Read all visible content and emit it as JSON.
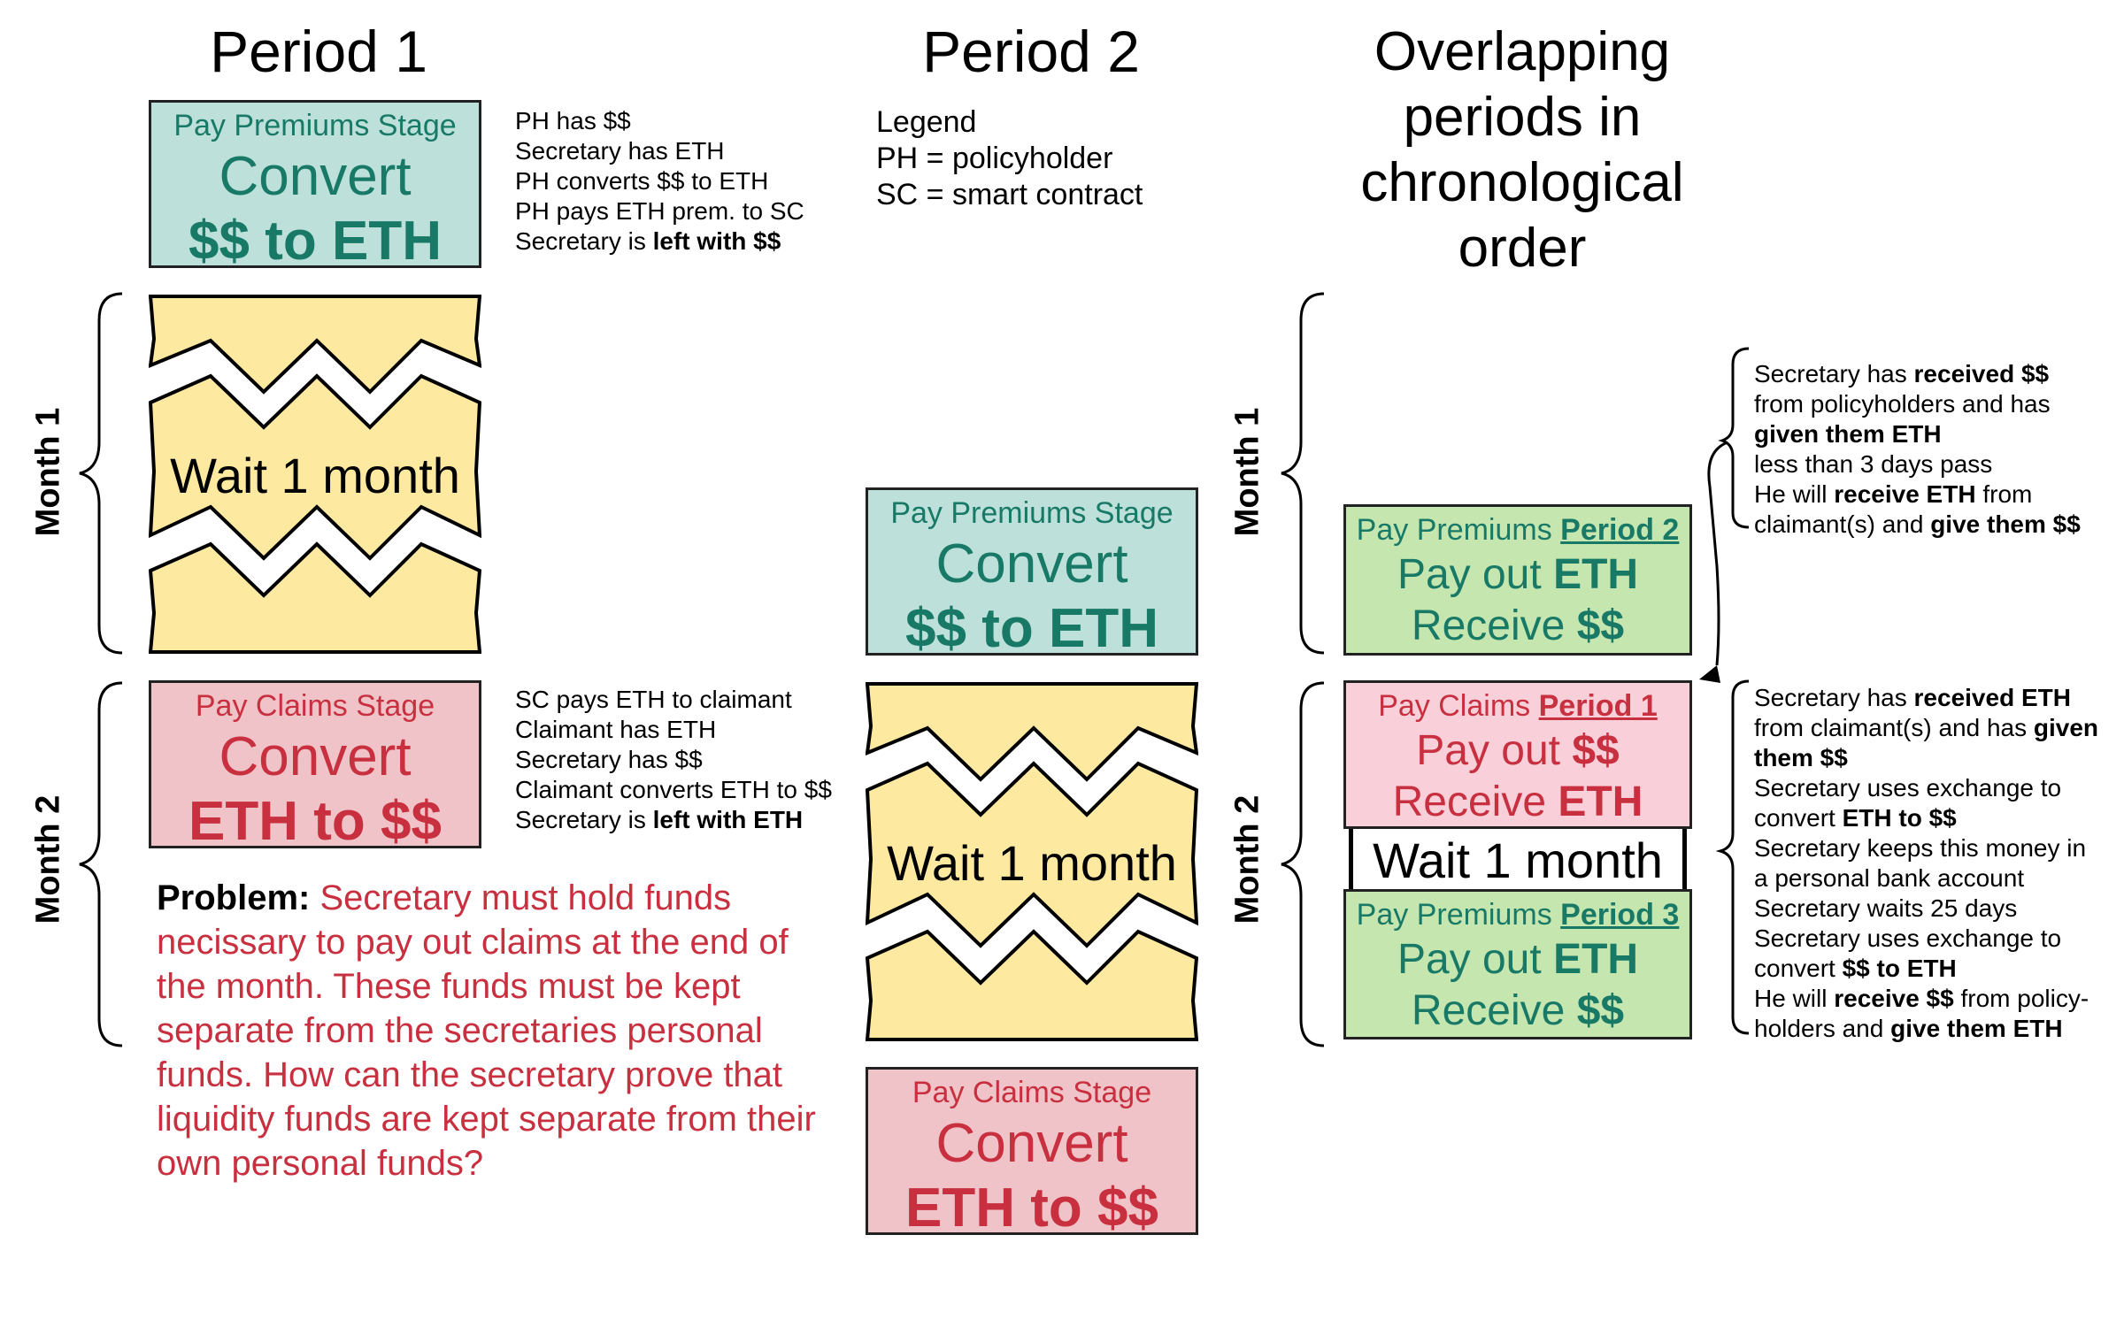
{
  "titles": {
    "period1": "Period 1",
    "period2": "Period 2",
    "overlap": [
      "Overlapping",
      "periods in",
      "chronological",
      "order"
    ]
  },
  "legend": [
    "Legend",
    "PH = policyholder",
    "SC = smart contract"
  ],
  "month_labels": {
    "m1": "Month 1",
    "m2": "Month 2"
  },
  "stages": {
    "p1_premiums": {
      "stage": "Pay Premiums Stage",
      "action": "Convert",
      "detail": "$$ to ETH"
    },
    "p1_claims": {
      "stage": "Pay Claims Stage",
      "action": "Convert",
      "detail": "ETH to $$"
    },
    "p2_premiums": {
      "stage": "Pay Premiums Stage",
      "action": "Convert",
      "detail": "$$ to ETH"
    },
    "p2_claims": {
      "stage": "Pay Claims Stage",
      "action": "Convert",
      "detail": "ETH to $$"
    },
    "ov_premiums_p2": {
      "stage": "Pay Premiums",
      "period": "Period 2",
      "pay": "Pay out",
      "pay_asset": "ETH",
      "receive": "Receive",
      "receive_asset": "$$"
    },
    "ov_claims_p1": {
      "stage": "Pay Claims",
      "period": "Period 1",
      "pay": "Pay out",
      "pay_asset": "$$",
      "receive": "Receive",
      "receive_asset": "ETH"
    },
    "ov_premiums_p3": {
      "stage": "Pay Premiums",
      "period": "Period 3",
      "pay": "Pay out",
      "pay_asset": "ETH",
      "receive": "Receive",
      "receive_asset": "$$"
    }
  },
  "wait_label": "Wait 1 month",
  "notes_premiums": {
    "l1": "PH has $$",
    "l2": "Secretary has ETH",
    "l3": "PH converts $$ to ETH",
    "l4": "PH pays ETH prem. to SC",
    "l5a": "Secretary is ",
    "l5b": "left with $$"
  },
  "notes_claims": {
    "l1": "SC pays ETH to claimant",
    "l2": "Claimant has ETH",
    "l3": "Secretary has $$",
    "l4": "Claimant converts ETH to $$",
    "l5a": "Secretary is ",
    "l5b": "left with ETH"
  },
  "problem": {
    "label": "Problem:",
    "text": " Secretary must hold funds necissary to pay out claims at the end of the month. These funds must be kept separate from the secretaries personal funds. How can the secretary prove that liquidity funds are kept separate from their own personal funds?"
  },
  "notes_month1": {
    "l1a": "Secretary has ",
    "l1b": "received $$",
    "l2": "from policyholders and has",
    "l3": "given them ETH",
    "l4": "less than 3 days pass",
    "l5a": "He will ",
    "l5b": "receive ETH",
    "l5c": " from",
    "l6a": "claimant(s) and ",
    "l6b": "give them $$"
  },
  "notes_month2": {
    "l1a": "Secretary has ",
    "l1b": "received ETH",
    "l2a": "from claimant(s) and has ",
    "l2b": "given",
    "l3": "them $$",
    "l4": "Secretary uses exchange to",
    "l5a": "convert ",
    "l5b": "ETH to $$",
    "l6": "Secretary keeps this money in",
    "l7": "a personal bank account",
    "l8": "Secretary waits 25 days",
    "l9": "Secretary uses exchange to",
    "l10a": "convert ",
    "l10b": "$$ to ETH",
    "l11a": "He will ",
    "l11b": "receive $$",
    "l11c": " from policy-",
    "l12a": "holders and ",
    "l12b": "give them ETH"
  },
  "colors": {
    "teal_fill": "#bde0da",
    "teal_text": "#187a66",
    "pink_fill": "#f0c3c8",
    "pink_text": "#c8303f",
    "green_fill": "#c6e6b0",
    "wait_fill": "#fde9a0"
  }
}
